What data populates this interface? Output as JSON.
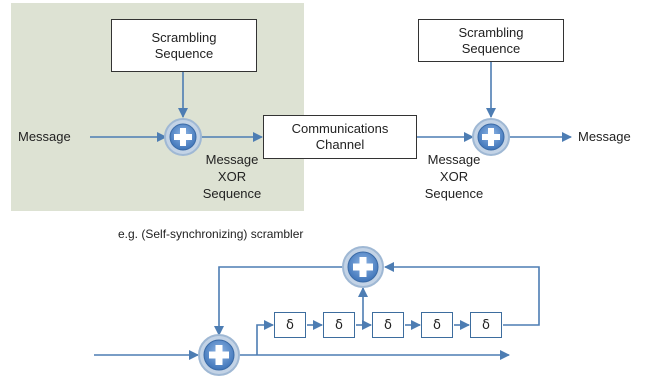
{
  "top_diagram": {
    "message_in": "Message",
    "scrambling_sequence_left": [
      "Scrambling",
      "Sequence"
    ],
    "message_xor_left": [
      "Message",
      "XOR",
      "Sequence"
    ],
    "communications_channel": [
      "Communications",
      "Channel"
    ],
    "scrambling_sequence_right": [
      "Scrambling",
      "Sequence"
    ],
    "message_xor_right": [
      "Message",
      "XOR",
      "Sequence"
    ],
    "message_out": "Message"
  },
  "bottom_diagram": {
    "caption": "e.g. (Self-synchronizing) scrambler",
    "delay_symbol": "δ",
    "delay_count": 5
  },
  "colors": {
    "highlight_panel": "#dde2d3",
    "arrow": "#4d7db3",
    "xor_fill": "#5b8fd0",
    "xor_ring": "#9fb8d4",
    "box_border": "#333333"
  },
  "icons": [
    "xor-plus-icon",
    "arrow-right-icon"
  ]
}
